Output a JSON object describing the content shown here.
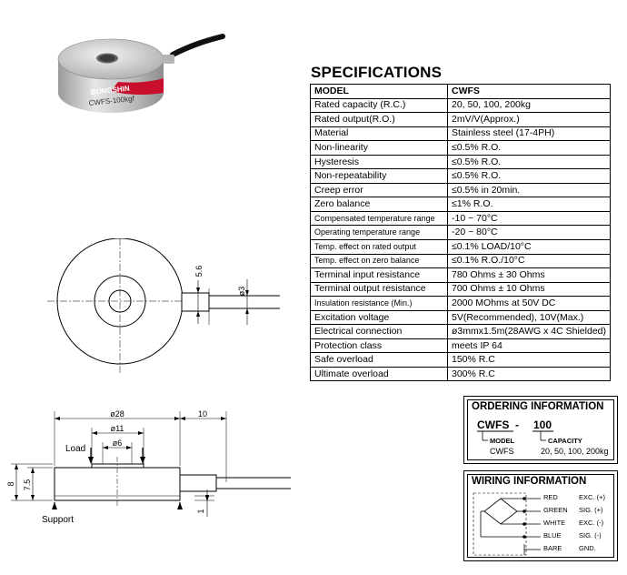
{
  "product_photo": {
    "brand": "BONGSHIN",
    "model_marking": "CWFS-100kgf"
  },
  "specs": {
    "title": "SPECIFICATIONS",
    "rows": [
      {
        "label": "MODEL",
        "value": "CWFS"
      },
      {
        "label": "Rated capacity (R.C.)",
        "value": "20, 50, 100, 200kg"
      },
      {
        "label": "Rated output(R.O.)",
        "value": "2mV/V(Approx.)"
      },
      {
        "label": "Material",
        "value": "Stainless steel (17-4PH)"
      },
      {
        "label": "Non-linearity",
        "value": "≤0.5% R.O."
      },
      {
        "label": "Hysteresis",
        "value": "≤0.5% R.O."
      },
      {
        "label": "Non-repeatability",
        "value": "≤0.5% R.O."
      },
      {
        "label": "Creep error",
        "value": "≤0.5% in 20min."
      },
      {
        "label": "Zero balance",
        "value": "≤1% R.O."
      },
      {
        "label": "Compensated temperature range",
        "value": "-10 ~ 70°C"
      },
      {
        "label": "Operating temperature range",
        "value": "-20 ~ 80°C"
      },
      {
        "label": "Temp. effect on rated output",
        "value": "≤0.1% LOAD/10°C"
      },
      {
        "label": "Temp. effect on zero balance",
        "value": "≤0.1% R.O./10°C"
      },
      {
        "label": "Terminal input resistance",
        "value": "780 Ohms ± 30 Ohms"
      },
      {
        "label": "Terminal output resistance",
        "value": "700 Ohms ± 10 Ohms"
      },
      {
        "label": "Insulation resistance (Min.)",
        "value": "2000 MOhms at 50V DC"
      },
      {
        "label": "Excitation voltage",
        "value": "5V(Recommended), 10V(Max.)"
      },
      {
        "label": "Electrical connection",
        "value": "ø3mmx1.5m(28AWG x 4C Shielded)"
      },
      {
        "label": "Protection class",
        "value": "meets IP 64"
      },
      {
        "label": "Safe overload",
        "value": "150% R.C"
      },
      {
        "label": "Ultimate overload",
        "value": "300% R.C"
      }
    ]
  },
  "ordering": {
    "title": "ORDERING INFORMATION",
    "code_model": "CWFS",
    "dash": "-",
    "code_capacity": "100",
    "model_label": "MODEL",
    "capacity_label": "CAPACITY",
    "model_value": "CWFS",
    "capacity_value": "20, 50, 100, 200kg"
  },
  "wiring": {
    "title": "WIRING INFORMATION",
    "wires": [
      {
        "color": "RED",
        "signal": "EXC. (+)"
      },
      {
        "color": "GREEN",
        "signal": "SIG. (+)"
      },
      {
        "color": "WHITE",
        "signal": "EXC. (-)"
      },
      {
        "color": "BLUE",
        "signal": "SIG. (-)"
      },
      {
        "color": "BARE",
        "signal": "GND."
      }
    ]
  },
  "drawing_top": {
    "dim_height": "5.6",
    "dim_cable": "ø3"
  },
  "drawing_side": {
    "dim_outer": "ø28",
    "dim_cable_len": "10",
    "dim_mid": "ø11",
    "dim_inner": "ø6",
    "load_label": "Load",
    "support_label": "Support",
    "dim_total": "8",
    "dim_body": "7.5",
    "dim_step": "1"
  }
}
